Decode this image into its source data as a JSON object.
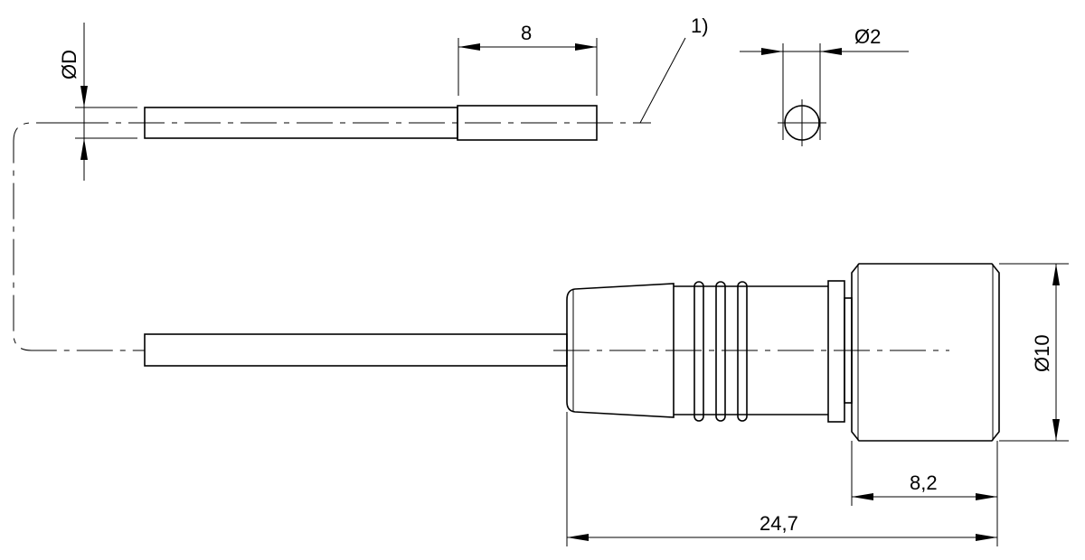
{
  "drawing": {
    "dim_cable_diameter": "ØD",
    "dim_sleeve_length": "8",
    "footnote_marker": "1)",
    "dim_wire_diameter": "Ø2",
    "dim_connector_diameter": "Ø10",
    "dim_nut_length": "8,2",
    "dim_overall_length": "24,7"
  }
}
